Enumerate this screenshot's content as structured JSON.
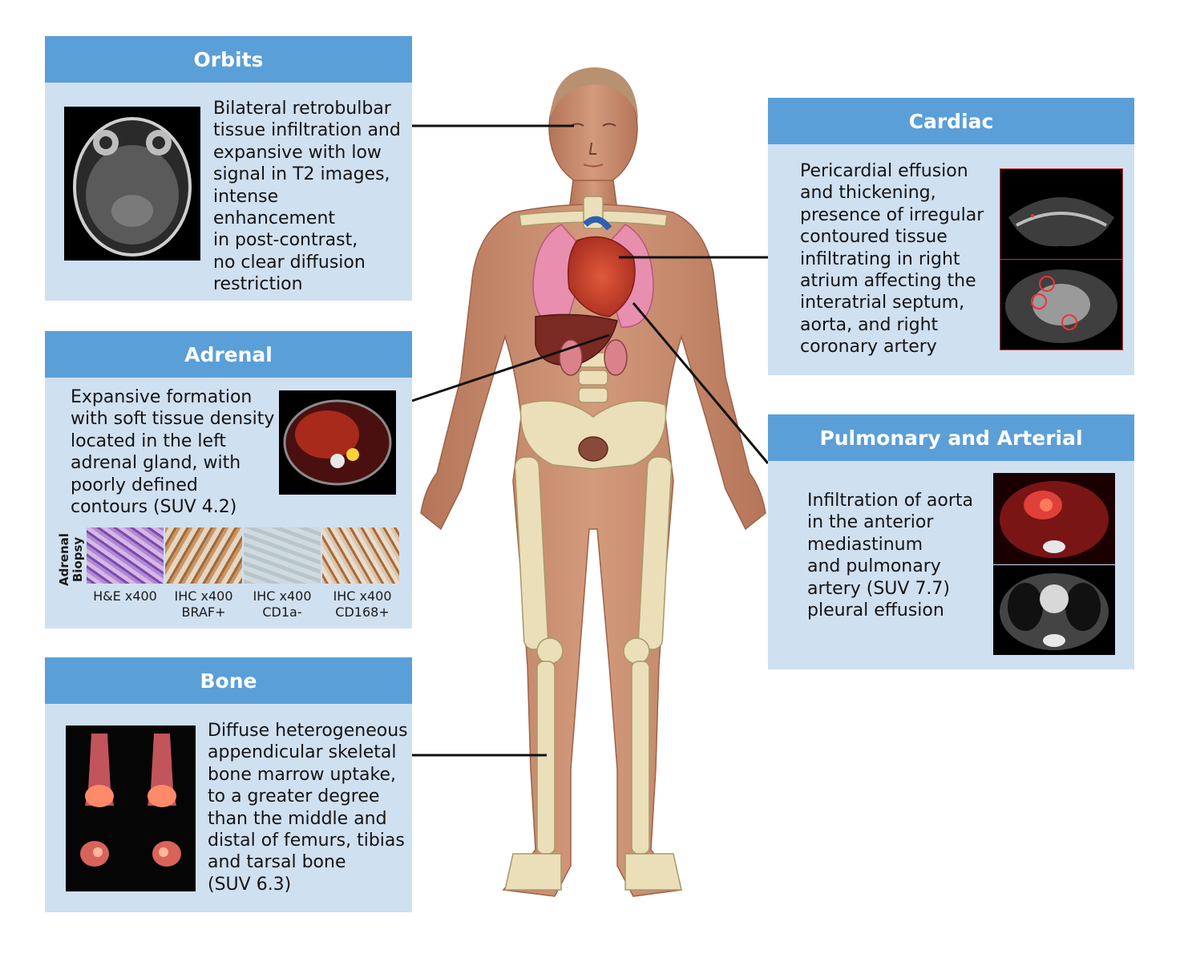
{
  "panels": {
    "orbits": {
      "title": "Orbits",
      "text": "Bilateral retrobulbar\ntissue infiltration and\nexpansive with low\nsignal in T2 images,\nintense enhancement\nin post-contrast,\nno clear diffusion\nrestriction"
    },
    "adrenal": {
      "title": "Adrenal",
      "text": "Expansive formation\nwith soft tissue density\nlocated in the left\nadrenal gland, with\npoorly defined\ncontours (SUV 4.2)",
      "biopsy_label": "Adrenal\nBiopsy",
      "biopsy_captions": [
        "H&E x400",
        "IHC x400\nBRAF+",
        "IHC x400\nCD1a-",
        "IHC x400\nCD168+"
      ]
    },
    "bone": {
      "title": "Bone",
      "text": "Diffuse heterogeneous\nappendicular skeletal\nbone marrow uptake,\nto a greater degree\nthan the middle and\ndistal of  femurs, tibias\nand tarsal bone\n(SUV 6.3)"
    },
    "cardiac": {
      "title": "Cardiac",
      "text": "Pericardial effusion\nand thickening,\npresence of irregular\ncontoured tissue\ninfiltrating in right\natrium affecting the\ninteratrial septum,\naorta, and right\ncoronary artery"
    },
    "pulmonary": {
      "title": "Pulmonary and Arterial",
      "text": "Infiltration of aorta\nin the anterior\nmediastinum\nand pulmonary\nartery (SUV 7.7)\npleural effusion"
    }
  },
  "colors": {
    "header": "#5b9fd8",
    "panel_bg": "#cfe0f1",
    "skin": "#c98a6a",
    "bone": "#eadfb8",
    "lung": "#e88fb0",
    "heart": "#c0392b",
    "liver": "#7a2a22"
  }
}
